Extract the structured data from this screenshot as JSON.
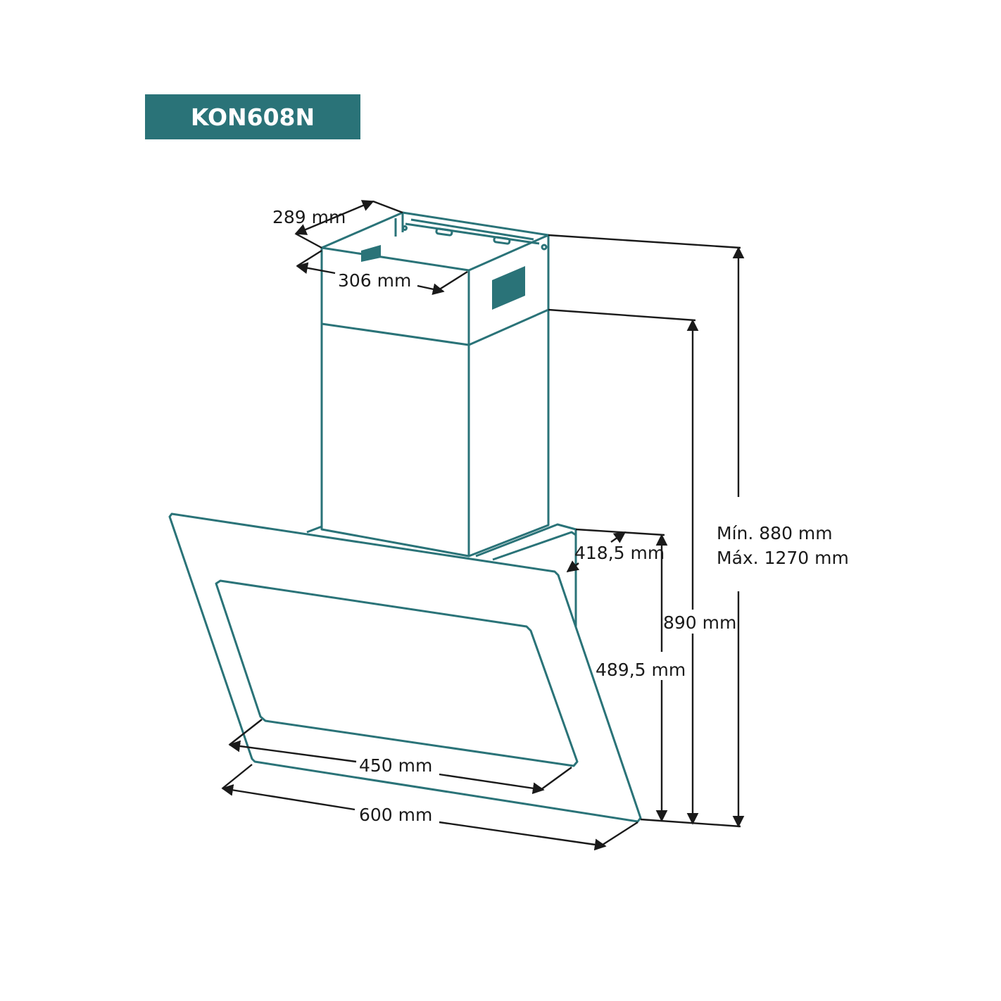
{
  "model": "KON608N",
  "colors": {
    "accent": "#2a7378",
    "line": "#2a7378",
    "dimension": "#1a1a1a"
  },
  "dimensions": {
    "depth_top": "289 mm",
    "width_chimney": "306 mm",
    "total_height_min": "Mín. 880 mm",
    "total_height_max": "Máx. 1270 mm",
    "height_890": "890 mm",
    "depth_hood": "418,5 mm",
    "height_hood": "489,5 mm",
    "width_inner": "450 mm",
    "width_total": "600 mm"
  }
}
